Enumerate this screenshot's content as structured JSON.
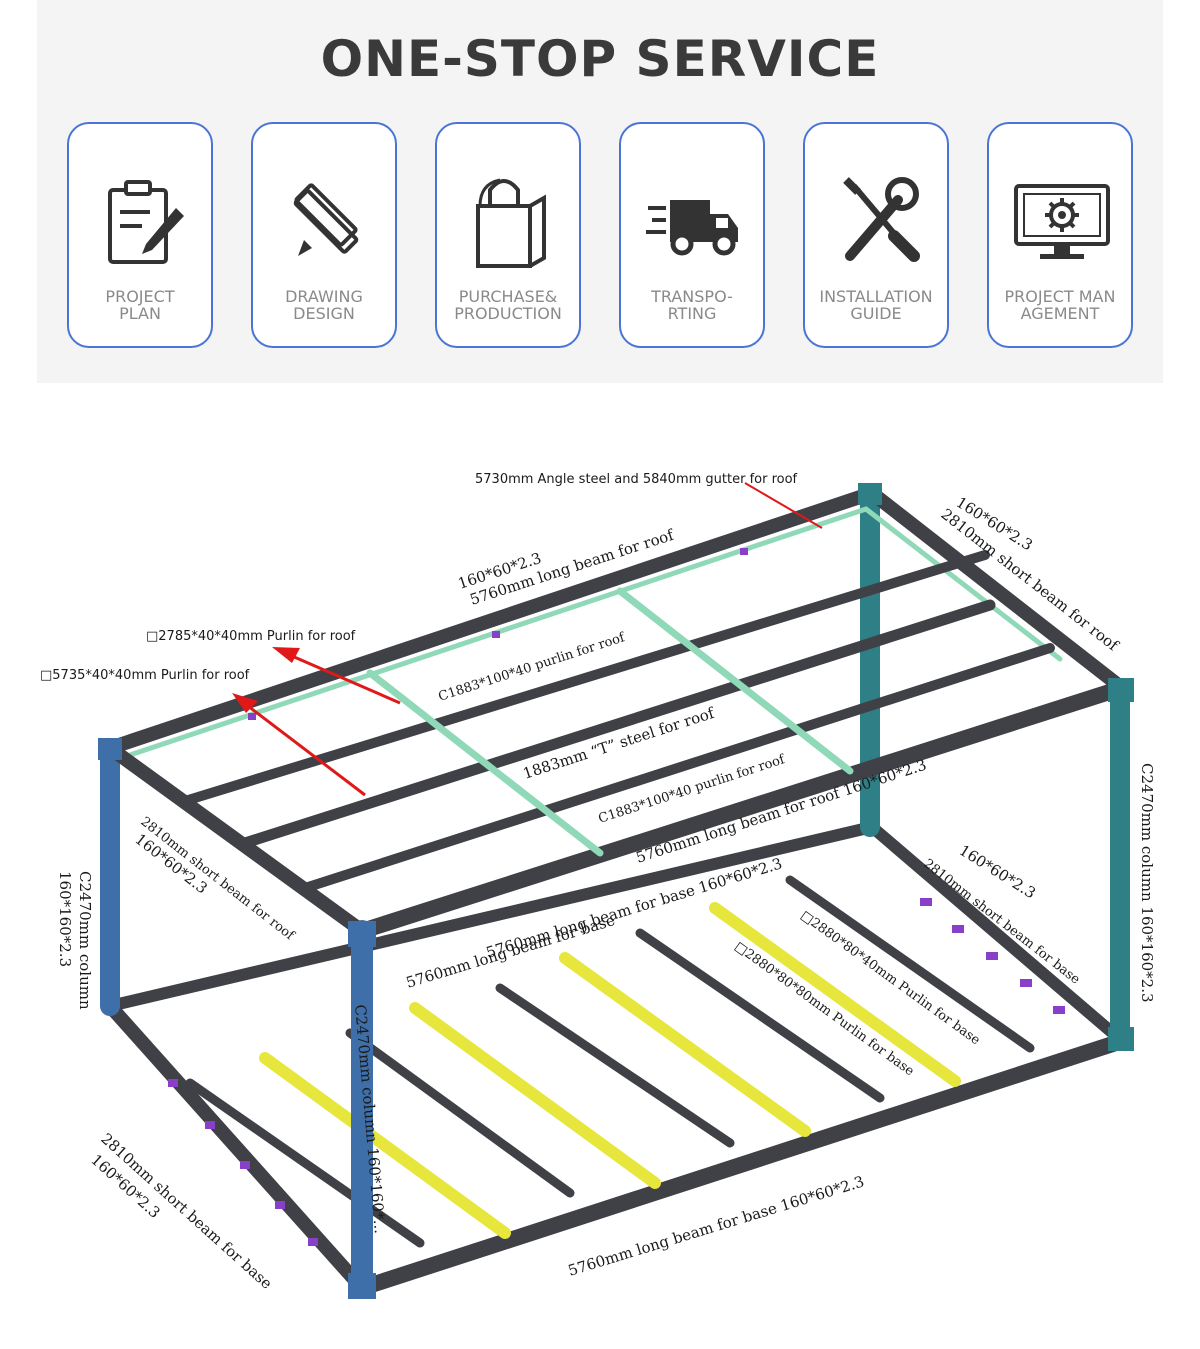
{
  "panel": {
    "title": "ONE-STOP SERVICE",
    "cards": [
      {
        "label": "PROJECT\nPLAN",
        "icon": "clipboard-pen-icon"
      },
      {
        "label": "DRAWING\nDESIGN",
        "icon": "pencil-ruler-icon"
      },
      {
        "label": "PURCHASE&\nPRODUCTION",
        "icon": "shopping-bag-icon"
      },
      {
        "label": "TRANSPO-\nRTING",
        "icon": "delivery-truck-icon"
      },
      {
        "label": "INSTALLATION\nGUIDE",
        "icon": "wrench-screwdriver-icon"
      },
      {
        "label": "PROJECT MAN\nAGEMENT",
        "icon": "monitor-gear-icon"
      }
    ],
    "border_color": "#4a74d6"
  },
  "diagram": {
    "labels": {
      "gutter": "5730mm Angle steel and 5840mm gutter for roof",
      "long_beam_roof_size": "160*60*2.3",
      "long_beam_roof": "5760mm long beam for  roof",
      "short_beam_roof_right_size": "160*60*2.3",
      "short_beam_roof_right": "2810mm short beam for roof",
      "purlin_2785": "□2785*40*40mm Purlin for roof",
      "purlin_5735": "□5735*40*40mm Purlin for roof",
      "purlin_c1883_top": "C1883*100*40 purlin for roof",
      "t_steel": "1883mm “T” steel for roof",
      "purlin_c1883_bottom": "C1883*100*40 purlin for roof",
      "long_beam_roof_front": "5760mm long beam for  roof  160*60*2.3",
      "column_right": "C2470mm  column 160*160*2.3",
      "short_beam_roof_left": "2810mm short beam for roof",
      "short_beam_roof_left_size": "160*60*2.3",
      "column_left": "C2470mm  column",
      "column_left_size": "160*160*2.3",
      "long_beam_base_back": "5760mm long beam for base 160*60*2.3",
      "long_beam_base_mid": "5760mm long beam for base",
      "short_beam_base_right_size": "160*60*2.3",
      "short_beam_base_right": "2810mm short beam for base",
      "purlin_2880_40": "□2880*80*40mm Purlin for base",
      "purlin_2880_80": "□2880*80*80mm Purlin for base",
      "column_front": "C2470mm column 160*160*...",
      "short_beam_base_left": "2810mm short beam for base",
      "short_beam_base_left_size": "160*60*2.3",
      "long_beam_base_front": "5760mm long beam for base 160*60*2.3"
    },
    "colors": {
      "steel": "#3f4147",
      "column": "#3f6fa8",
      "column_teal": "#2f7f86",
      "rail": "#8fd8b8",
      "yellow_purlin": "#e6e63c",
      "bracket": "#8a3fc8",
      "arrow": "#e01818"
    }
  }
}
